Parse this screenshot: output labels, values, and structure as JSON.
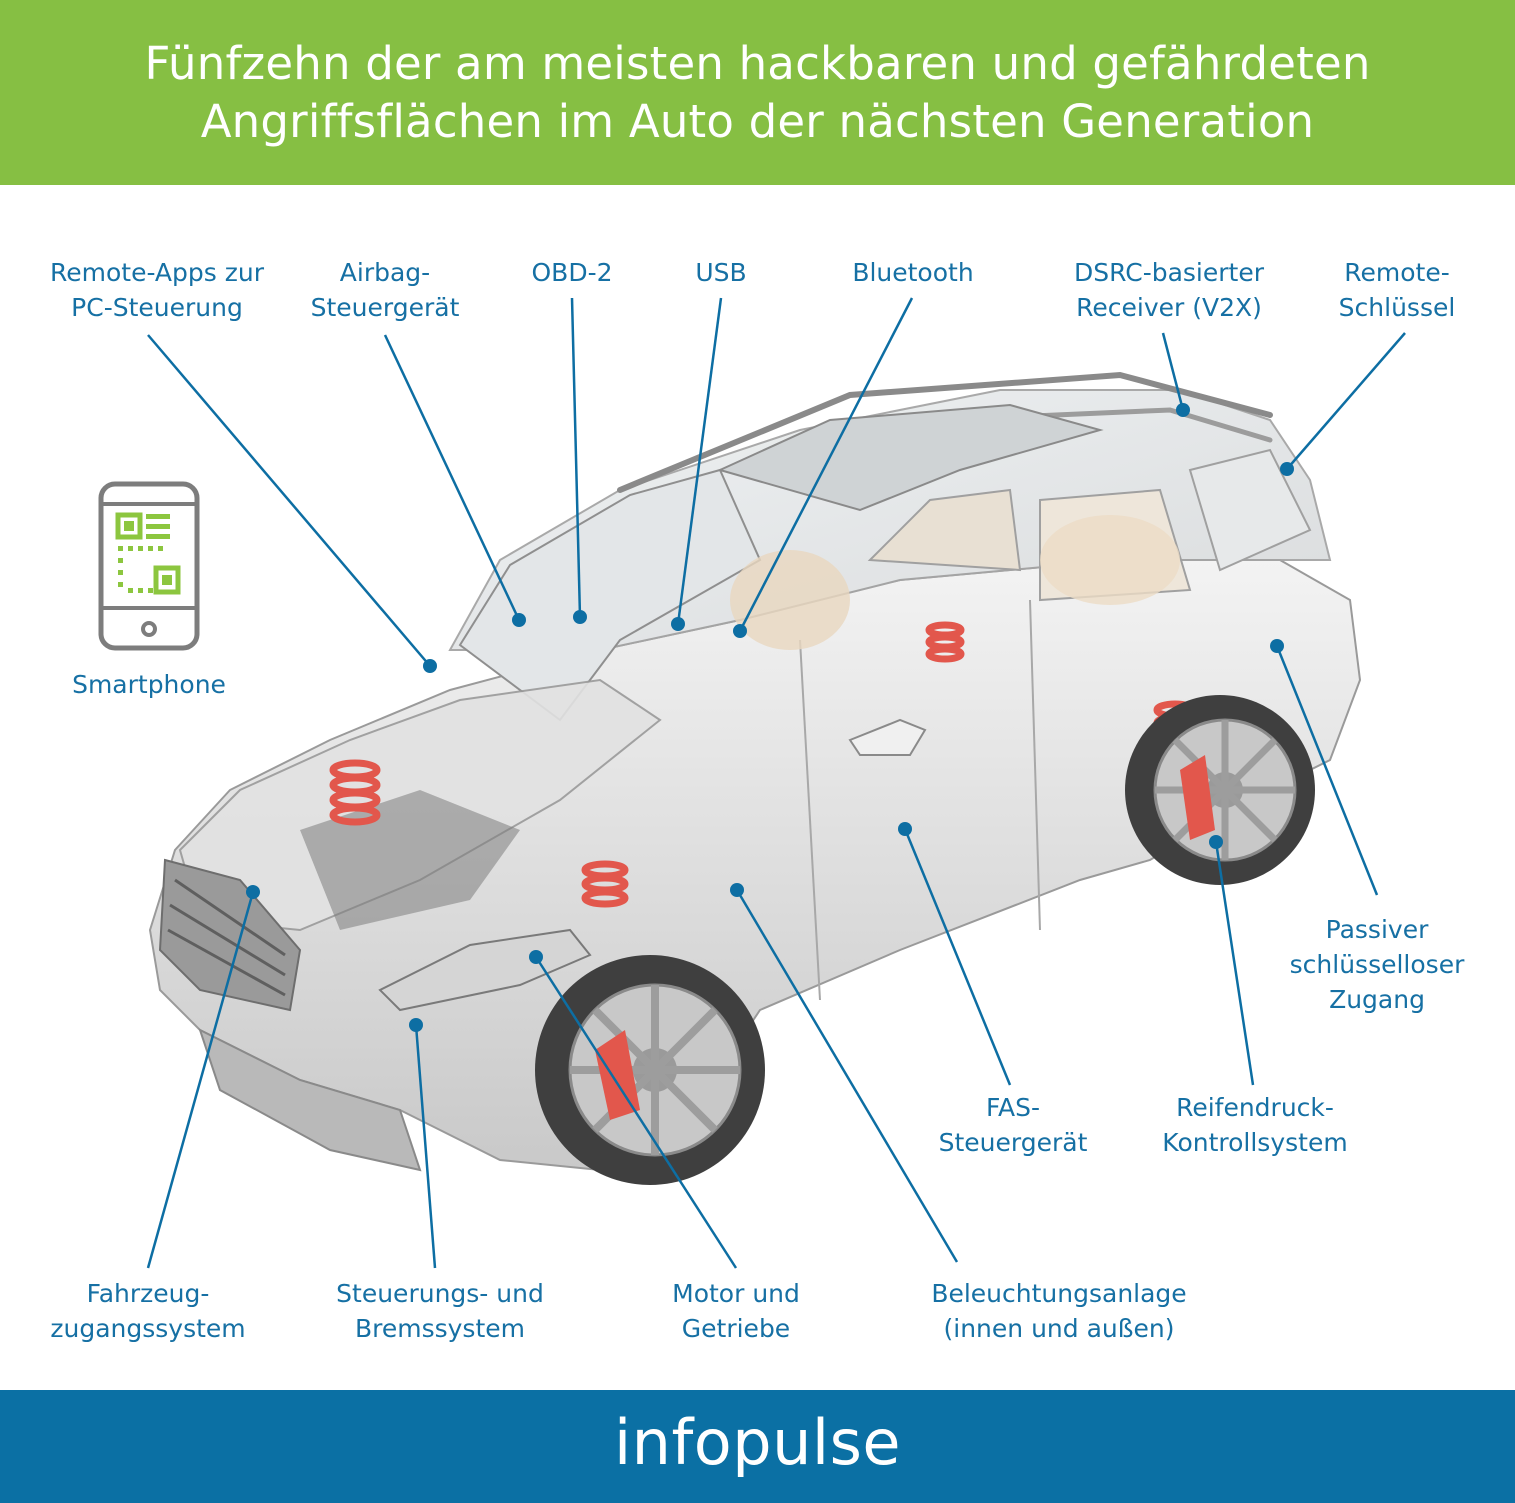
{
  "header": {
    "title_line1": "Fünfzehn der am meisten hackbaren und gefährdeten",
    "title_line2": "Angriffsflächen im Auto der nächsten Generation"
  },
  "labels": {
    "remote_apps": [
      "Remote-Apps zur",
      "PC-Steuerung"
    ],
    "airbag": [
      "Airbag-",
      "Steuergerät"
    ],
    "obd2": [
      "OBD-2"
    ],
    "usb": [
      "USB"
    ],
    "bluetooth": [
      "Bluetooth"
    ],
    "dsrc": [
      "DSRC-basierter",
      "Receiver (V2X)"
    ],
    "remote_key": [
      "Remote-",
      "Schlüssel"
    ],
    "smartphone": [
      "Smartphone"
    ],
    "passive_keyless": [
      "Passiver",
      "schlüsselloser",
      "Zugang"
    ],
    "fas": [
      "FAS-",
      "Steuergerät"
    ],
    "tpms": [
      "Reifendruck-",
      "Kontrollsystem"
    ],
    "vehicle_access": [
      "Fahrzeug-",
      "zugangssystem"
    ],
    "steering_brake": [
      "Steuerungs- und",
      "Bremssystem"
    ],
    "engine": [
      "Motor und",
      "Getriebe"
    ],
    "lighting": [
      "Beleuchtungsanlage",
      "(innen und außen)"
    ]
  },
  "footer": {
    "brand": "infopulse"
  },
  "colors": {
    "header_bg": "#86bf43",
    "footer_bg": "#0b70a4",
    "label_text": "#1670a4",
    "leader_line": "#0d6ea3",
    "phone_screen_accent": "#8cc63f"
  },
  "icons": [
    "smartphone-icon",
    "car-illustration"
  ]
}
